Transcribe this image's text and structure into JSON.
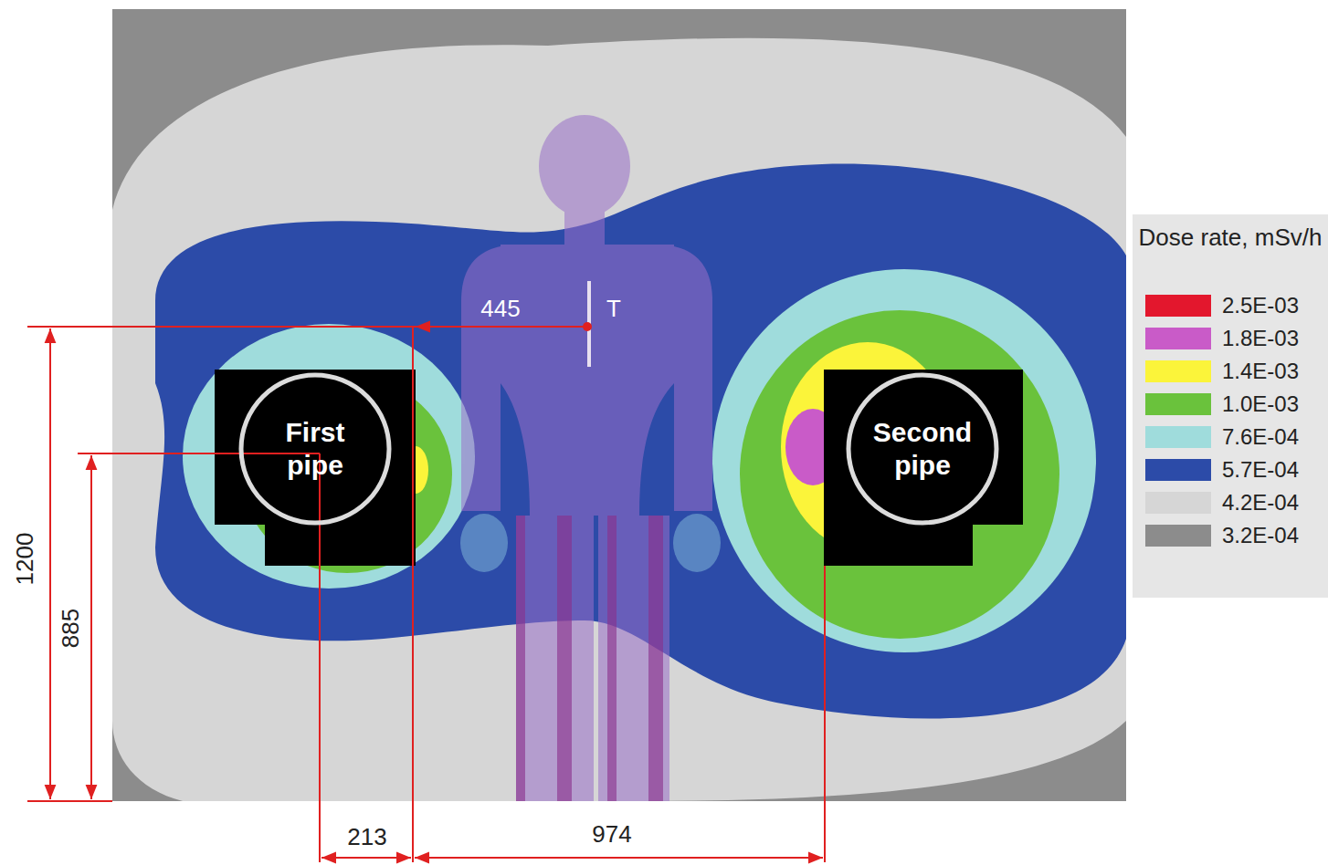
{
  "diagram": {
    "nodes": [
      {
        "text": [
          "First pipe"
        ]
      },
      {
        "text": [
          "Second pipe"
        ]
      }
    ],
    "labels": [
      "445",
      "T",
      "1200",
      "885",
      "213",
      "974",
      "Dose rate, mSv/h"
    ],
    "legend": [
      {
        "text": "2.5E-03",
        "color": "#e3172d"
      },
      {
        "text": "1.8E-03",
        "color": "#c95bc8"
      },
      {
        "text": "1.4E-03",
        "color": "#fbf43a"
      },
      {
        "text": "1.0E-03",
        "color": "#6ac23c"
      },
      {
        "text": "7.6E-04",
        "color": "#9fdcdc"
      },
      {
        "text": "5.7E-04",
        "color": "#2c4ba8"
      },
      {
        "text": "4.2E-04",
        "color": "#d6d6d6"
      },
      {
        "text": "3.2E-04",
        "color": "#8c8c8c"
      }
    ]
  }
}
